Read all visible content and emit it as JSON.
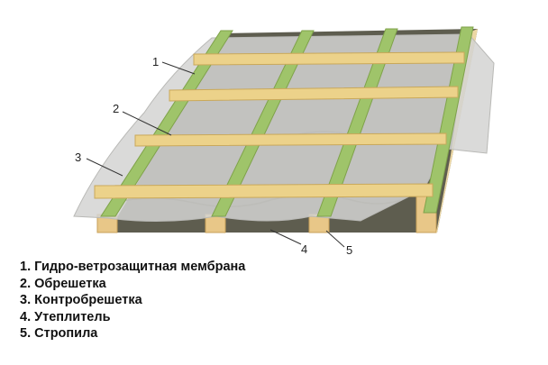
{
  "callouts": [
    "1",
    "2",
    "3",
    "4",
    "5"
  ],
  "legend": [
    "1. Гидро-ветрозащитная мембрана",
    "2. Обрешетка",
    "3. Контробрешетка",
    "4. Утеплитель",
    "5. Стропила"
  ],
  "colors": {
    "insulation": "#5e5d4f",
    "membrane": "#d4d4d2",
    "counter_batten": "#9fc46a",
    "batten": "#ecd28a",
    "rafter": "#e8c788"
  }
}
